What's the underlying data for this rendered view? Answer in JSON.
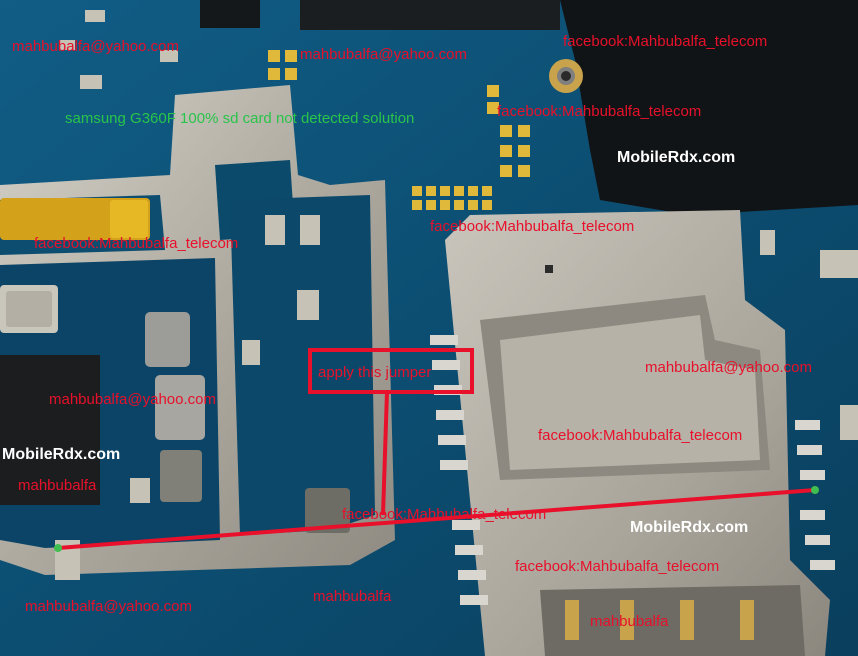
{
  "overlay": {
    "caption": "samsung G360F 100% sd card not detected solution",
    "jumper_label": "apply this jumper",
    "watermarks": {
      "mail": "mahbubalfa@yahoo.com",
      "facebook": "facebook:Mahbubalfa_telecom",
      "site": "MobileRdx.com",
      "name": "mahbubalfa"
    },
    "colors": {
      "annotation": "#e8102a",
      "caption": "#29c44a",
      "site_text": "#ffffff",
      "board": "#0d4f73",
      "shield": "#b9b6ad"
    }
  }
}
